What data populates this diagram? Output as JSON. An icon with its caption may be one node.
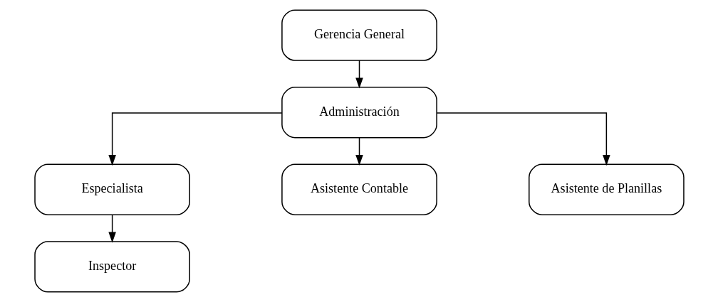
{
  "diagram": {
    "nodes": [
      {
        "text": [
          "Gerencia General"
        ]
      },
      {
        "text": [
          "Administración"
        ]
      },
      {
        "text": [
          "Especialista"
        ]
      },
      {
        "text": [
          "Asistente Contable"
        ]
      },
      {
        "text": [
          "Asistente de Planillas"
        ]
      },
      {
        "text": [
          "Inspector"
        ]
      }
    ],
    "edges": [
      {
        "from": 0,
        "to": 1,
        "arrow": "to"
      },
      {
        "from": 1,
        "to": 2,
        "arrow": "to"
      },
      {
        "from": 1,
        "to": 3,
        "arrow": "to"
      },
      {
        "from": 1,
        "to": 4,
        "arrow": "to"
      },
      {
        "from": 2,
        "to": 5,
        "arrow": "to"
      }
    ]
  }
}
